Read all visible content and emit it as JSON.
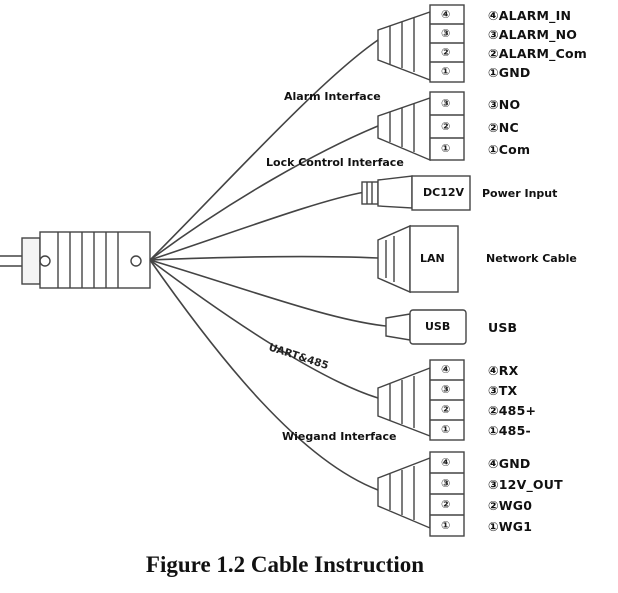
{
  "circled": [
    "④",
    "③",
    "②",
    "①"
  ],
  "circled3": [
    "③",
    "②",
    "①"
  ],
  "alarm": {
    "interface_label": "Alarm Interface",
    "pins": [
      "④ALARM_IN",
      "③ALARM_NO",
      "②ALARM_Com",
      "①GND"
    ]
  },
  "lock": {
    "interface_label": "Lock Control Interface",
    "pins": [
      "③NO",
      "②NC",
      "①Com"
    ]
  },
  "power": {
    "connector_text": "DC12V",
    "label": "Power Input"
  },
  "network": {
    "connector_text": "LAN",
    "label": "Network Cable"
  },
  "usb": {
    "connector_text": "USB",
    "label": "USB"
  },
  "uart": {
    "interface_label": "UART&485",
    "pins": [
      "④RX",
      "③TX",
      "②485+",
      "①485-"
    ]
  },
  "wiegand": {
    "interface_label": "Wiegand Interface",
    "pins": [
      "④GND",
      "③12V_OUT",
      "②WG0",
      "①WG1"
    ]
  },
  "caption": "Figure 1.2 Cable Instruction"
}
